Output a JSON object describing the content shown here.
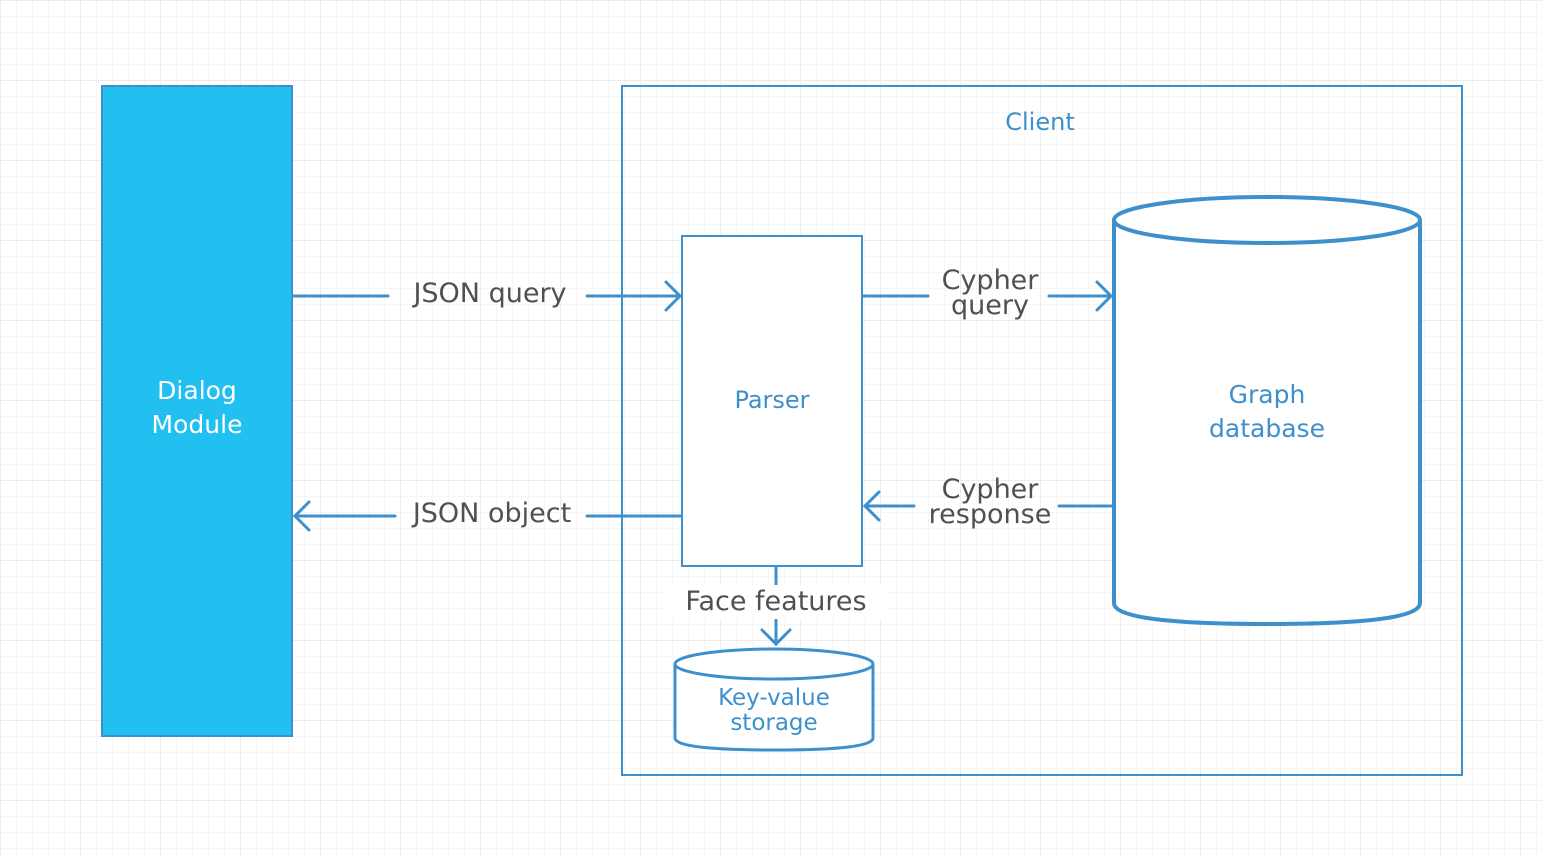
{
  "nodes": {
    "dialog_module": {
      "lines": [
        "Dialog",
        "Module"
      ]
    },
    "client": {
      "title": "Client"
    },
    "parser": {
      "label": "Parser"
    },
    "graph_database": {
      "lines": [
        "Graph",
        "database"
      ]
    },
    "key_value_storage": {
      "lines": [
        "Key-value",
        "storage"
      ]
    }
  },
  "edges": {
    "json_query": {
      "label": "JSON query"
    },
    "json_object": {
      "label": "JSON object"
    },
    "cypher_query": {
      "lines": [
        "Cypher",
        "query"
      ]
    },
    "cypher_response": {
      "lines": [
        "Cypher",
        "response"
      ]
    },
    "face_features": {
      "label": "Face features"
    }
  },
  "colors": {
    "dialog_fill": "#21c0f0",
    "stroke": "#3d90cc",
    "node_text": "#3d90cc",
    "edge_text": "#505050"
  }
}
